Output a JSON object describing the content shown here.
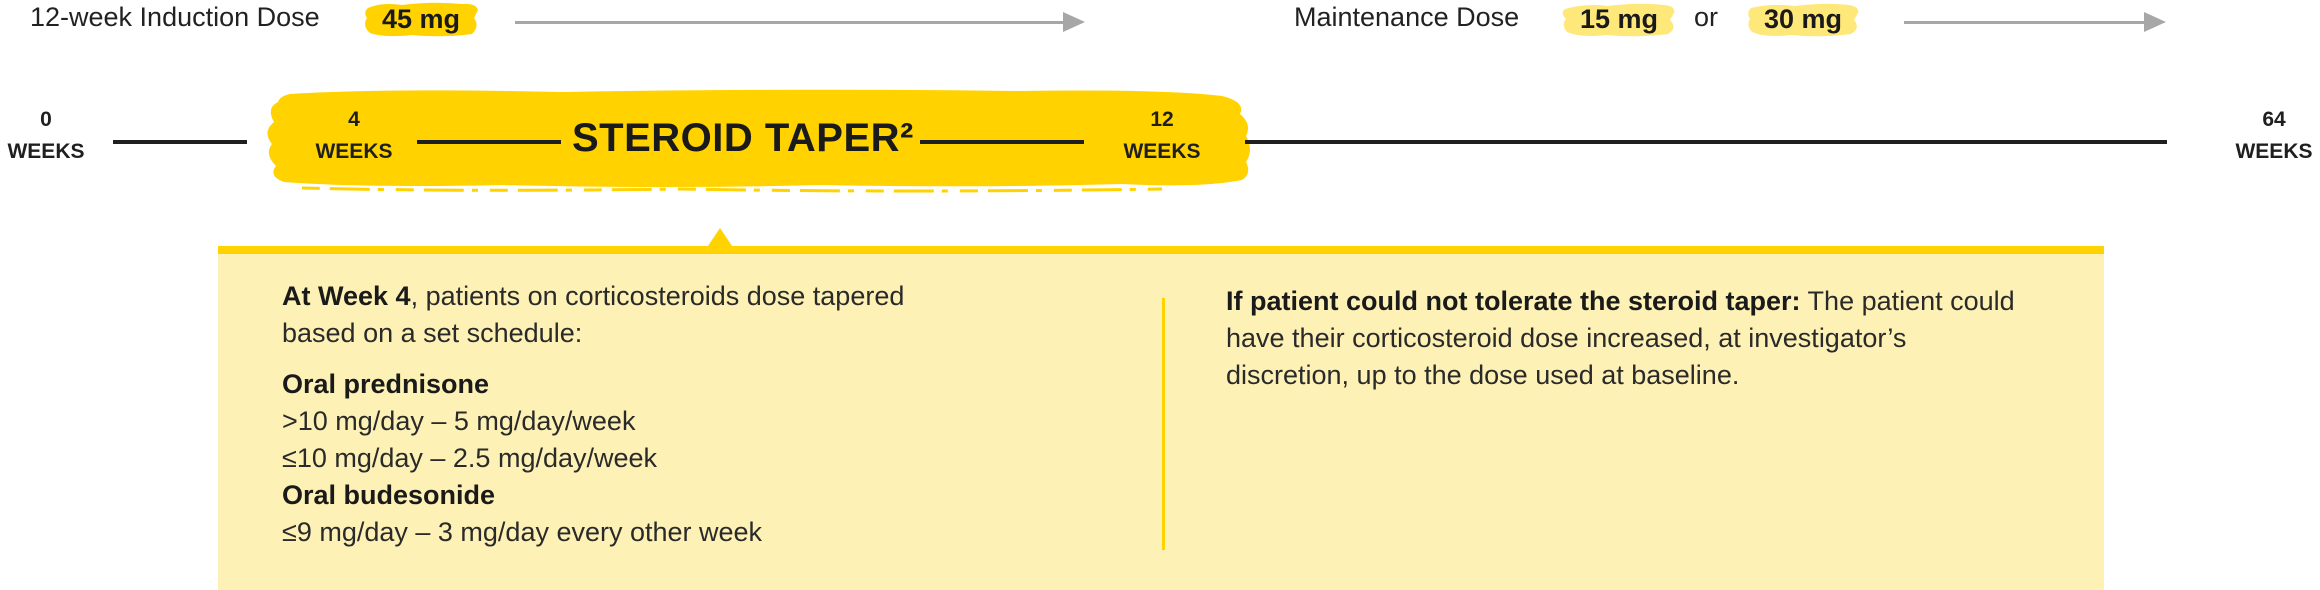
{
  "top_row": {
    "induction_label": "12-week Induction Dose",
    "induction_dose": "45 mg",
    "maintenance_label": "Maintenance Dose",
    "maintenance_dose_a": "15 mg",
    "or_label": "or",
    "maintenance_dose_b": "30 mg"
  },
  "timeline": {
    "ticks": [
      {
        "number": "0",
        "unit": "WEEKS"
      },
      {
        "number": "4",
        "unit": "WEEKS"
      },
      {
        "number": "12",
        "unit": "WEEKS"
      },
      {
        "number": "64",
        "unit": "WEEKS"
      }
    ],
    "taper_title": "STEROID TAPER²"
  },
  "panel": {
    "left": {
      "intro_bold": "At Week 4",
      "intro_rest_line1": ", patients on corticosteroids dose tapered",
      "intro_rest_line2": "based on a set schedule:",
      "group1_title": "Oral prednisone",
      "group1_items": [
        ">10 mg/day – 5 mg/day/week",
        "≤10 mg/day – 2.5 mg/day/week"
      ],
      "group2_title": "Oral budesonide",
      "group2_items": [
        "≤9 mg/day – 3 mg/day every other week"
      ]
    },
    "right": {
      "lead_bold": "If patient could not tolerate the steroid taper:",
      "line1_rest": " The patient could",
      "line2": "have their corticosteroid dose increased, at investigator’s",
      "line3": "discretion, up to the dose used at baseline."
    }
  },
  "colors": {
    "accent_yellow": "#ffd200",
    "panel_bg": "#fdf1b5",
    "arrow_gray": "#a7a7a7",
    "text_dark": "#1f1f1f"
  }
}
